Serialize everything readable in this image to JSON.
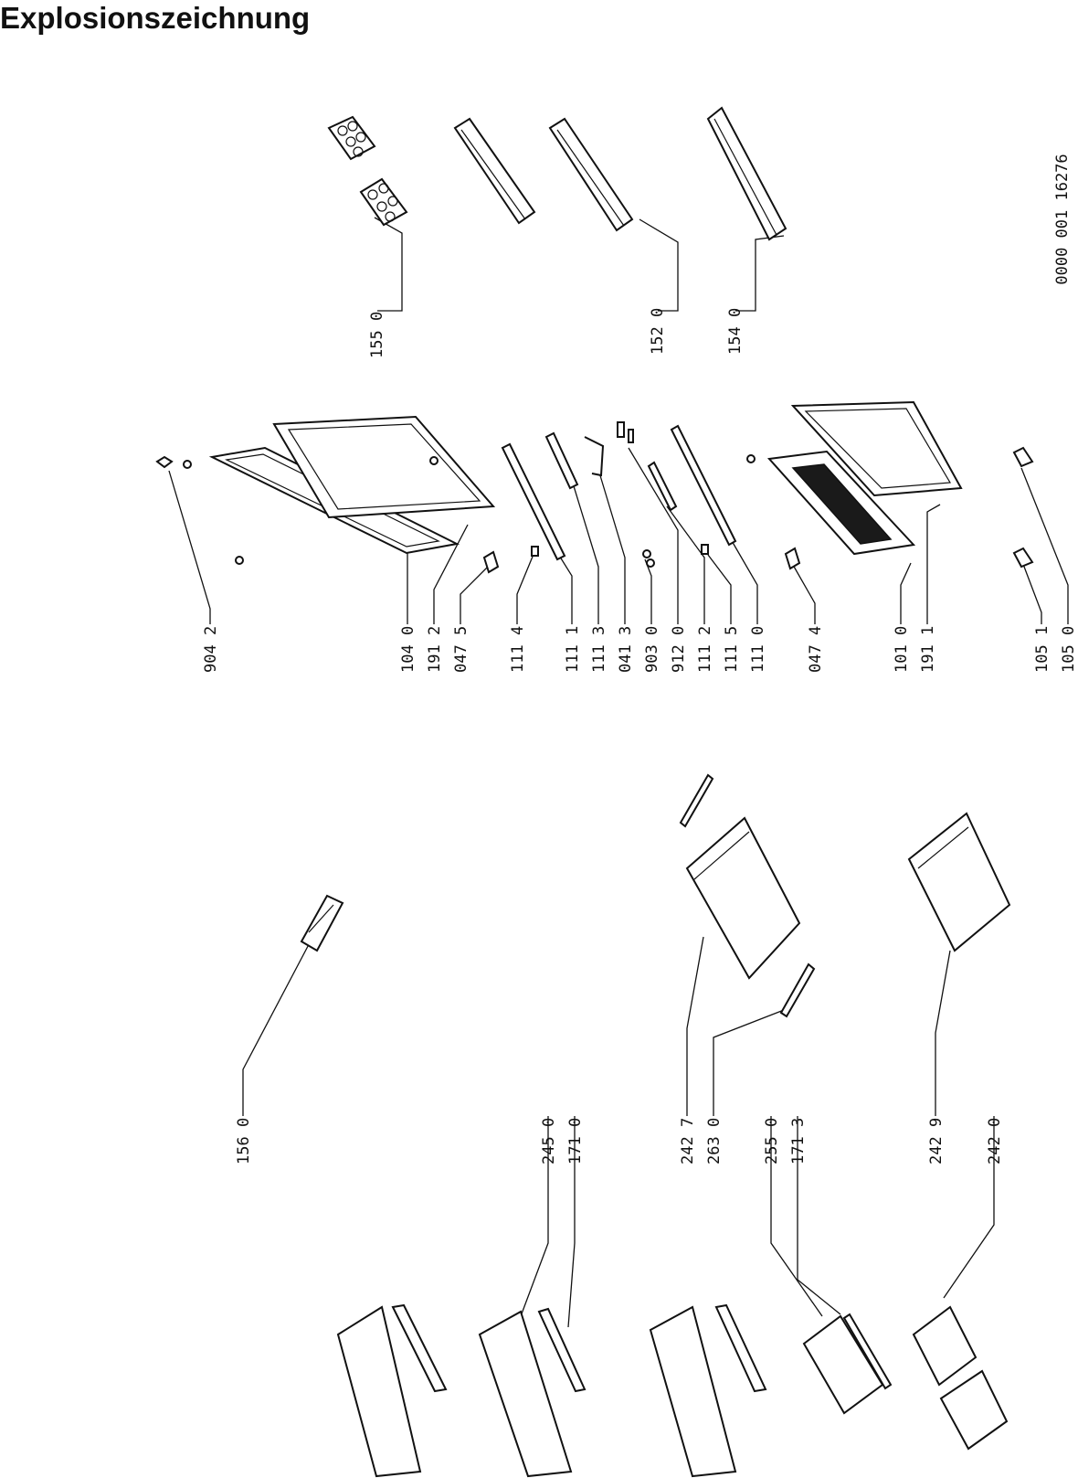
{
  "title": "Explosionszeichnung",
  "document_code": "0000 001  16276",
  "labels": [
    {
      "id": "155-0",
      "text": "155 0"
    },
    {
      "id": "152-0",
      "text": "152 0"
    },
    {
      "id": "154-0",
      "text": "154 0"
    },
    {
      "id": "904-2",
      "text": "904 2"
    },
    {
      "id": "104-0",
      "text": "104 0"
    },
    {
      "id": "191-2",
      "text": "191 2"
    },
    {
      "id": "047-5",
      "text": "047 5"
    },
    {
      "id": "111-4",
      "text": "111 4"
    },
    {
      "id": "111-1",
      "text": "111 1"
    },
    {
      "id": "111-3",
      "text": "111 3"
    },
    {
      "id": "041-3",
      "text": "041 3"
    },
    {
      "id": "903-0",
      "text": "903 0"
    },
    {
      "id": "912-0",
      "text": "912 0"
    },
    {
      "id": "111-2",
      "text": "111 2"
    },
    {
      "id": "111-5",
      "text": "111 5"
    },
    {
      "id": "111-0",
      "text": "111 0"
    },
    {
      "id": "047-4",
      "text": "047 4"
    },
    {
      "id": "101-0",
      "text": "101 0"
    },
    {
      "id": "191-1",
      "text": "191 1"
    },
    {
      "id": "105-1",
      "text": "105 1"
    },
    {
      "id": "105-0",
      "text": "105 0"
    },
    {
      "id": "156-0",
      "text": "156 0"
    },
    {
      "id": "245-0",
      "text": "245 0"
    },
    {
      "id": "171-0",
      "text": "171 0"
    },
    {
      "id": "242-7",
      "text": "242 7"
    },
    {
      "id": "263-0",
      "text": "263 0"
    },
    {
      "id": "255-0",
      "text": "255 0"
    },
    {
      "id": "171-3",
      "text": "171 3"
    },
    {
      "id": "242-9",
      "text": "242 9"
    },
    {
      "id": "242-0",
      "text": "242 0"
    }
  ]
}
